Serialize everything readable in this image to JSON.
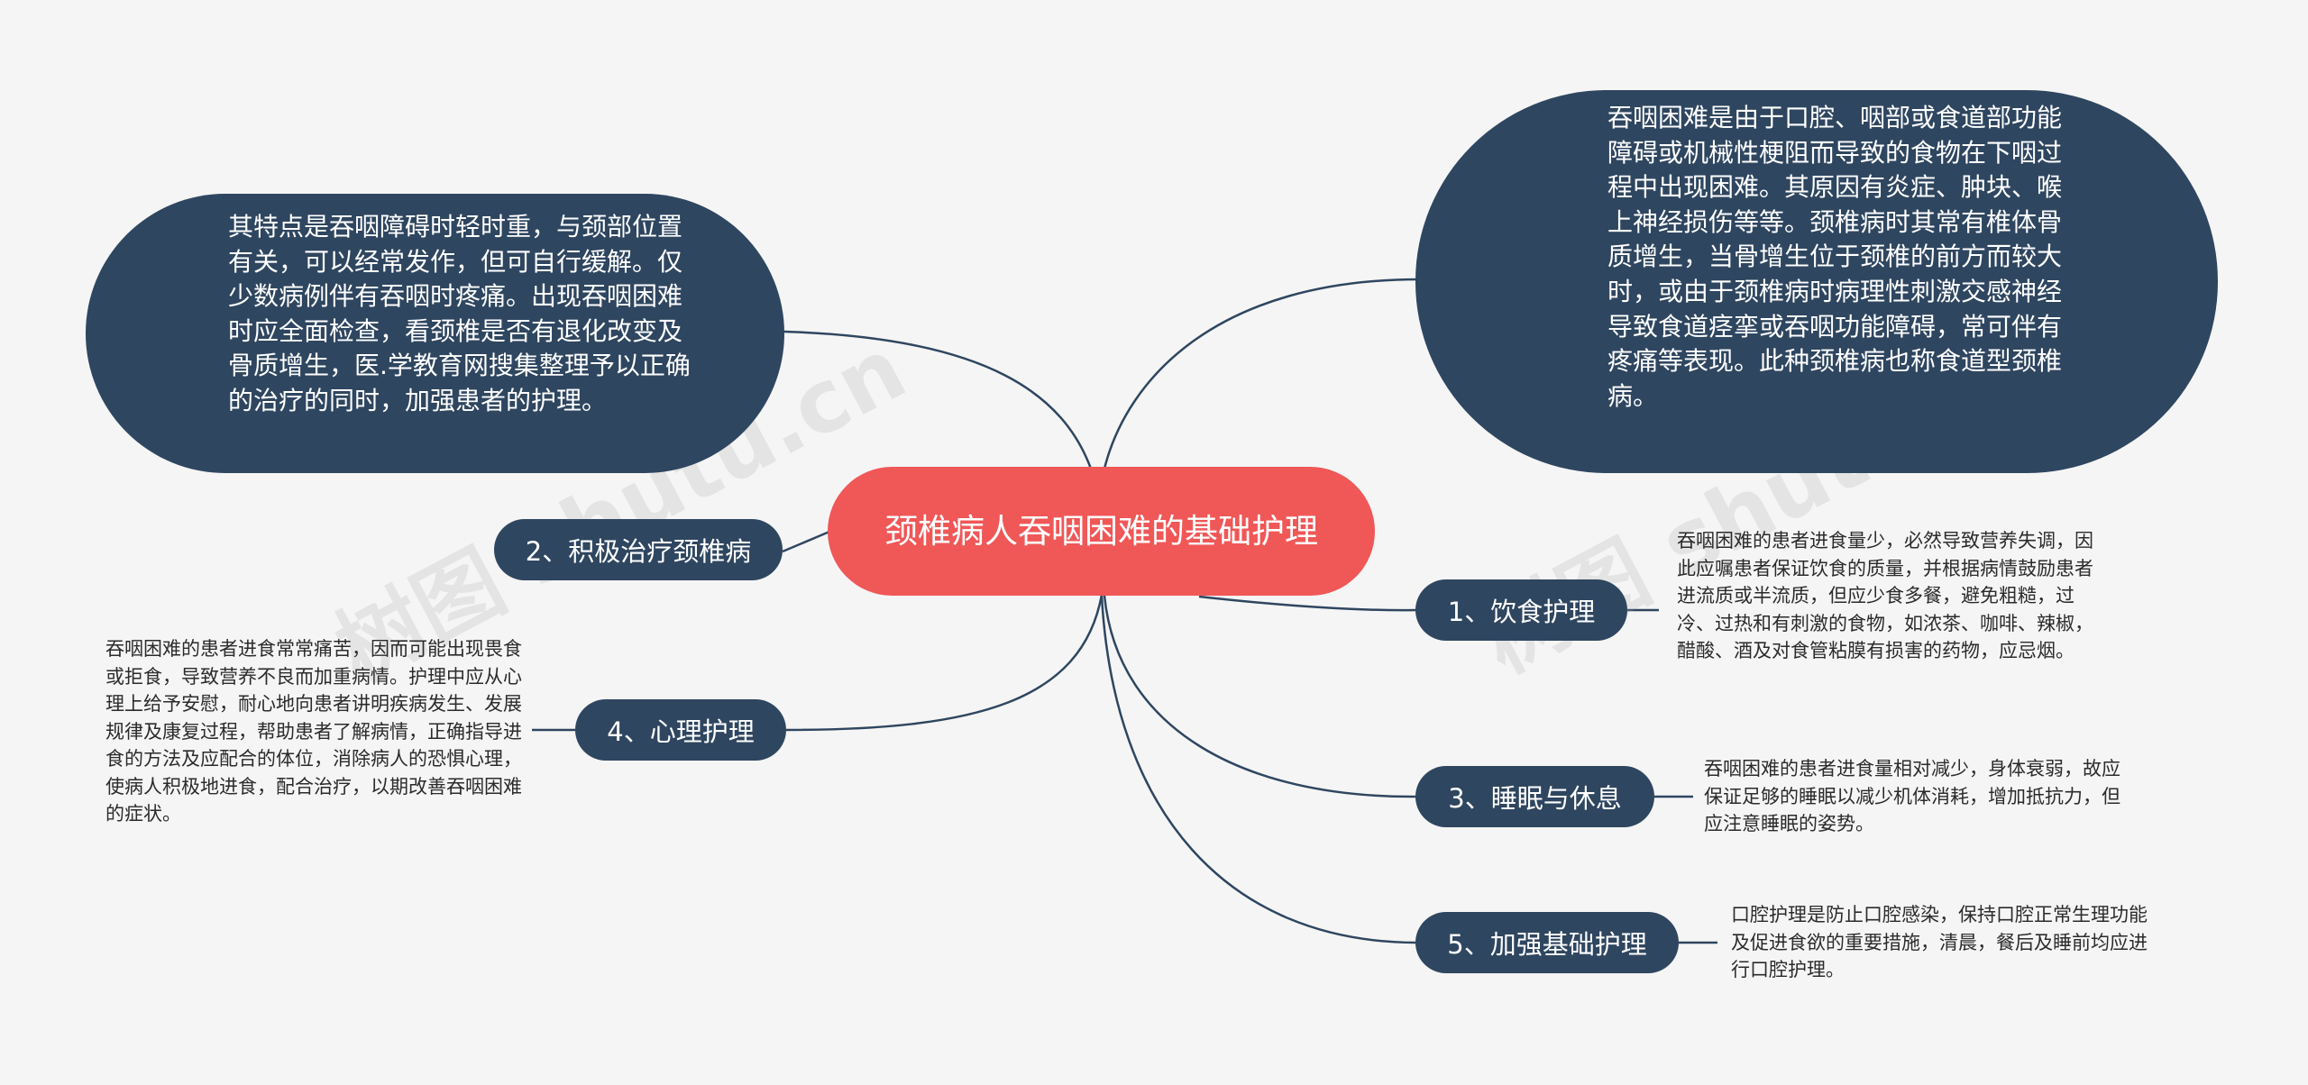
{
  "colors": {
    "background": "#f5f5f5",
    "root_fill": "#f05757",
    "node_fill": "#2f4660",
    "connector": "#2f4660",
    "note_text": "#2b2b2b"
  },
  "watermark": "树图 shutu.cn",
  "root": {
    "label": "颈椎病人吞咽困难的基础护理"
  },
  "left": {
    "bubble": "其特点是吞咽障碍时轻时重，与颈部位置有关，可以经常发作，但可自行缓解。仅少数病例伴有吞咽时疼痛。出现吞咽困难时应全面检查，看颈椎是否有退化改变及骨质增生，医.学教育网搜集整理予以正确的治疗的同时，加强患者的护理。",
    "branch2": {
      "label": "2、积极治疗颈椎病"
    },
    "branch4": {
      "label": "4、心理护理",
      "note": "吞咽困难的患者进食常常痛苦，因而可能出现畏食或拒食，导致营养不良而加重病情。护理中应从心理上给予安慰，耐心地向患者讲明疾病发生、发展规律及康复过程，帮助患者了解病情，正确指导进食的方法及应配合的体位，消除病人的恐惧心理，使病人积极地进食，配合治疗，以期改善吞咽困难的症状。"
    }
  },
  "right": {
    "bubble": "吞咽困难是由于口腔、咽部或食道部功能障碍或机械性梗阻而导致的食物在下咽过程中出现困难。其原因有炎症、肿块、喉上神经损伤等等。颈椎病时其常有椎体骨质增生，当骨增生位于颈椎的前方而较大时，或由于颈椎病时病理性刺激交感神经导致食道痉挛或吞咽功能障碍，常可伴有疼痛等表现。此种颈椎病也称食道型颈椎病。",
    "branch1": {
      "label": "1、饮食护理",
      "note": "吞咽困难的患者进食量少，必然导致营养失调，因此应嘱患者保证饮食的质量，并根据病情鼓励患者进流质或半流质，但应少食多餐，避免粗糙，过冷、过热和有刺激的食物，如浓茶、咖啡、辣椒，醋酸、酒及对食管粘膜有损害的药物，应忌烟。"
    },
    "branch3": {
      "label": "3、睡眠与休息",
      "note": "吞咽困难的患者进食量相对减少，身体衰弱，故应保证足够的睡眠以减少机体消耗，增加抵抗力，但应注意睡眠的姿势。"
    },
    "branch5": {
      "label": "5、加强基础护理",
      "note": "口腔护理是防止口腔感染，保持口腔正常生理功能及促进食欲的重要措施，清晨，餐后及睡前均应进行口腔护理。"
    }
  }
}
